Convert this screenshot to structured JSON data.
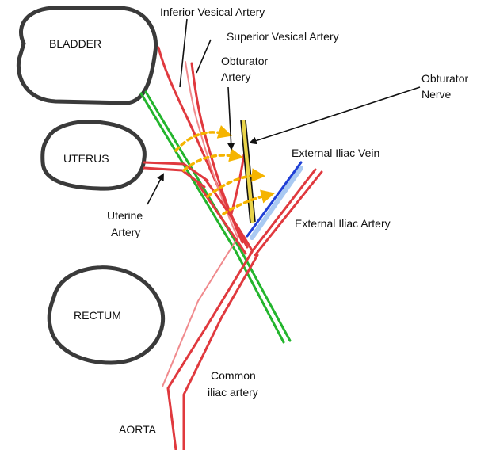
{
  "colors": {
    "background": "#ffffff",
    "organ_outline": "#3a3a3a",
    "organ_fill": "#ffffff",
    "artery": "#e0393e",
    "artery_light": "#f08a8d",
    "ureter": "#23b52d",
    "vein": "#1f3fd6",
    "vein_light": "#a9c9f2",
    "nerve": "#111111",
    "nerve_fill": "#e9d44a",
    "arrow_dotted": "#f5b400",
    "pointer": "#111111"
  },
  "organs": {
    "bladder": "BLADDER",
    "uterus": "UTERUS",
    "rectum": "RECTUM"
  },
  "labels": {
    "inferior_vesical": "Inferior Vesical Artery",
    "superior_vesical": "Superior Vesical Artery",
    "obturator_artery_line1": "Obturator",
    "obturator_artery_line2": "Artery",
    "obturator_nerve_line1": "Obturator",
    "obturator_nerve_line2": "Nerve",
    "external_iliac_vein": "External Iliac Vein",
    "external_iliac_artery": "External Iliac Artery",
    "uterine_artery_line1": "Uterine",
    "uterine_artery_line2": "Artery",
    "common_iliac_line1": "Common",
    "common_iliac_line2": "iliac artery",
    "aorta": "AORTA"
  }
}
